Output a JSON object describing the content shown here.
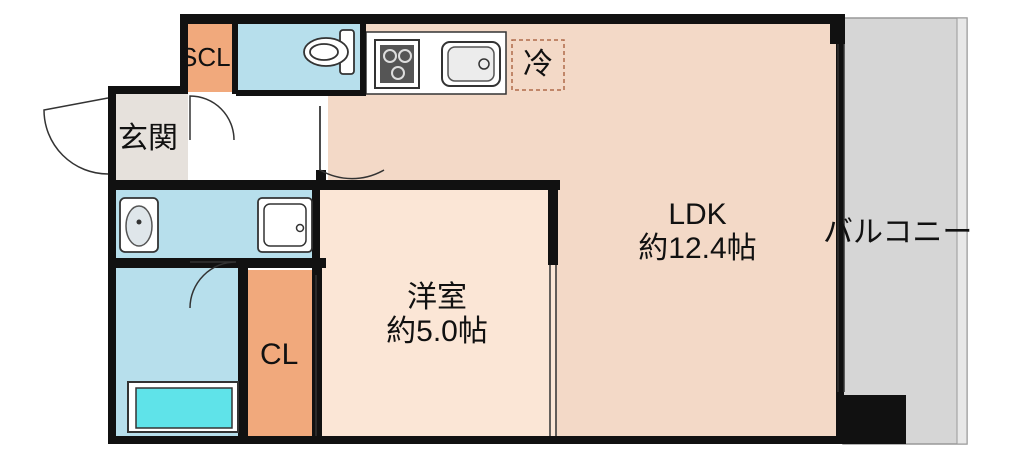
{
  "colors": {
    "wall": "#111111",
    "ldk_floor": "#f3d9c7",
    "western_floor": "#fbe6d6",
    "wet_area": "#b7dfec",
    "closet": "#f1a97c",
    "entrance": "#e6e1dc",
    "balcony": "#d6d6d6",
    "fixture_line": "#333333"
  },
  "rooms": {
    "scl": {
      "label": "SCL"
    },
    "entrance": {
      "label": "玄関"
    },
    "fridge": {
      "label": "冷"
    },
    "ldk": {
      "name": "LDK",
      "area": "約12.4帖"
    },
    "western": {
      "name": "洋室",
      "area": "約5.0帖"
    },
    "closet": {
      "label": "CL"
    },
    "balcony": {
      "label": "バルコニー"
    }
  },
  "icons": [
    "stove-icon",
    "sink-icon",
    "toilet-icon",
    "washbasin-icon",
    "washer-pan-icon",
    "bathtub-icon",
    "door-swing-icon"
  ]
}
